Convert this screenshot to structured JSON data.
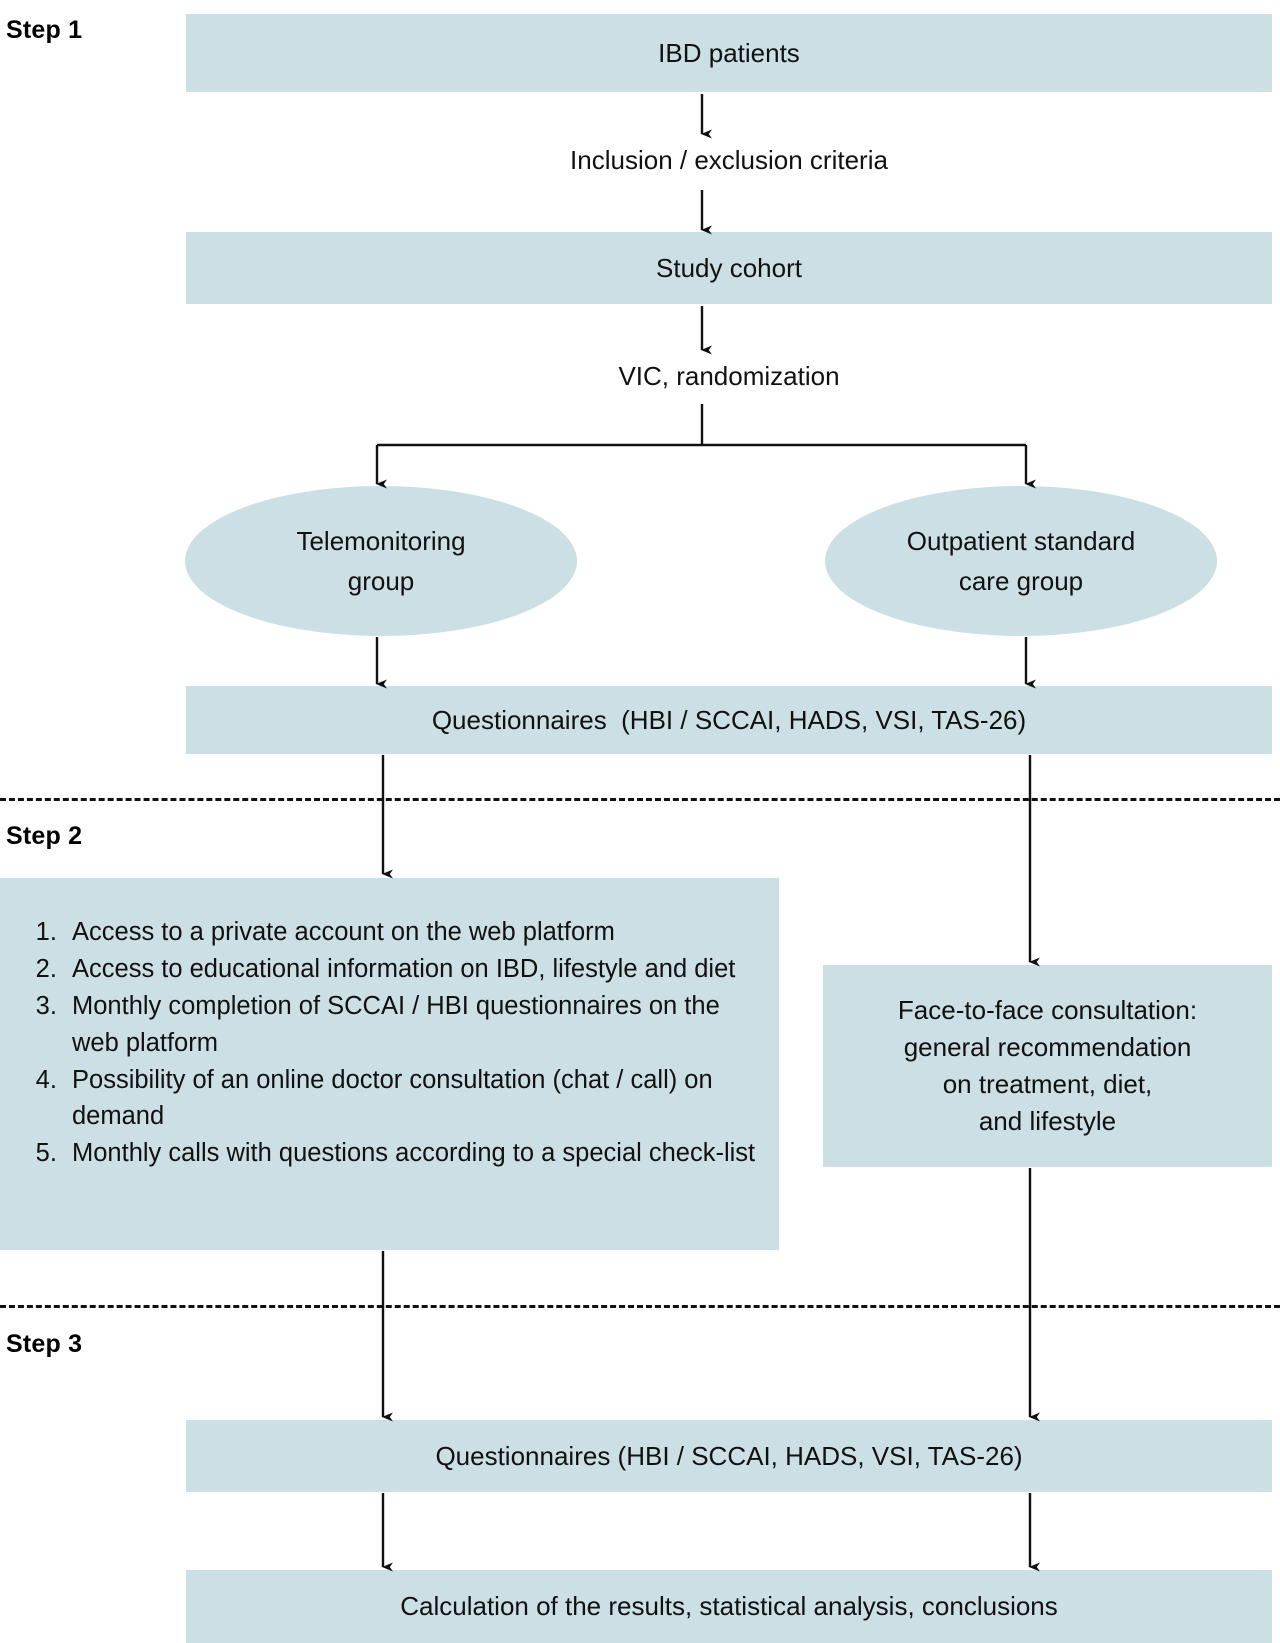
{
  "diagram": {
    "title": "IBD telemonitoring study flowchart",
    "accent_color": "#cbdfe5",
    "line_color": "#111111"
  },
  "steps": [
    {
      "label": "Step 1"
    },
    {
      "label": "Step 2"
    },
    {
      "label": "Step 3"
    }
  ],
  "nodes": {
    "ibd_patients": "IBD patients",
    "inclusion_criteria": "Inclusion / exclusion criteria",
    "study_cohort": "Study cohort",
    "vic_randomization": "VIC, randomization",
    "telemonitoring_group": "Telemonitoring\ngroup",
    "telemonitoring_group_line1": "Telemonitoring",
    "telemonitoring_group_line2": "group",
    "outpatient_group_line1": "Outpatient standard",
    "outpatient_group_line2": "care group",
    "questionnaires_step1": "Questionnaires  (HBI / SCCAI, HADS, VSI, TAS-26)",
    "questionnaires_step3": "Questionnaires (HBI / SCCAI, HADS, VSI, TAS-26)",
    "calculation": "Calculation of the results, statistical analysis, conclusions",
    "face_to_face_line1": "Face-to-face consultation:",
    "face_to_face_line2": "general recommendation",
    "face_to_face_line3": "on treatment, diet,",
    "face_to_face_line4": "and lifestyle"
  },
  "telemonitoring_interventions": [
    "Access to a private account on the web platform",
    "Access to educational information on IBD, lifestyle and diet",
    "Monthly completion of SCCAI / HBI questionnaires on the web platform",
    "Possibility of an online doctor consultation (chat / call) on demand",
    "Monthly calls with questions according to a special check-list"
  ]
}
